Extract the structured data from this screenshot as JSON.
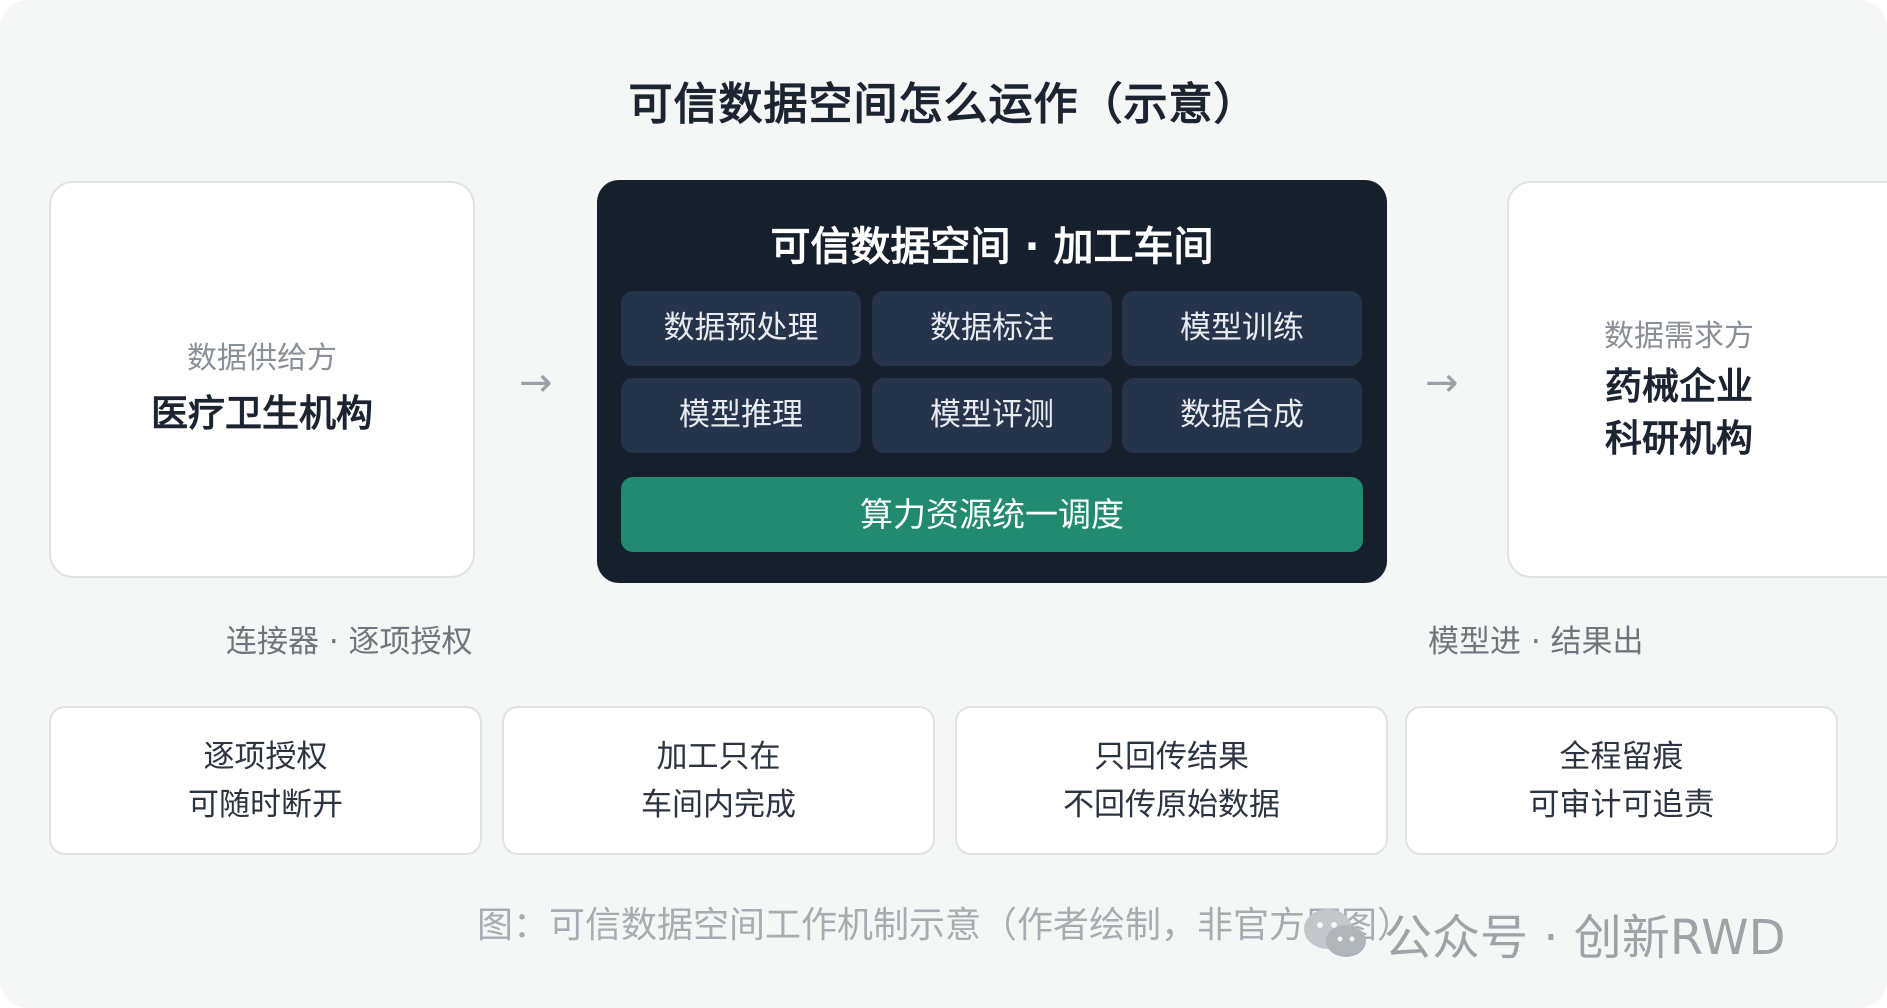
{
  "title": "可信数据空间怎么运作（示意）",
  "provider": {
    "role": "数据供给方",
    "org": "医疗卫生机构"
  },
  "consumer": {
    "role": "数据需求方",
    "org_line1": "药械企业",
    "org_line2": "科研机构"
  },
  "arrows": {
    "left": "→",
    "right": "→"
  },
  "workshop": {
    "title": "可信数据空间 · 加工车间",
    "cells": [
      "数据预处理",
      "数据标注",
      "模型训练",
      "模型推理",
      "模型评测",
      "数据合成"
    ],
    "compute": "算力资源统一调度"
  },
  "captions": {
    "left": "连接器 · 逐项授权",
    "right": "模型进 · 结果出"
  },
  "properties": [
    {
      "line1": "逐项授权",
      "line2": "可随时断开"
    },
    {
      "line1": "加工只在",
      "line2": "车间内完成"
    },
    {
      "line1": "只回传结果",
      "line2": "不回传原始数据"
    },
    {
      "line1": "全程留痕",
      "line2": "可审计可追责"
    }
  ],
  "footnote": "图：可信数据空间工作机制示意（作者绘制，非官方原图）",
  "watermark": "公众号 · 创新RWD",
  "colors": {
    "workshop_bg": "#161f2c",
    "cell_bg": "#25344a",
    "compute_bg": "#218a71"
  }
}
